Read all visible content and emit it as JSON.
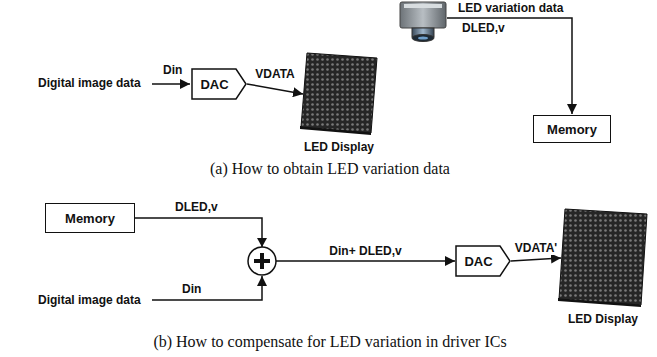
{
  "diagram": {
    "nodes": [
      {
        "text": [
          "DAC"
        ]
      },
      {
        "text": [
          "LED Display"
        ]
      },
      {
        "text": [
          "Memory"
        ]
      },
      {
        "text": [
          "Memory"
        ]
      },
      {
        "text": [
          "DAC"
        ]
      },
      {
        "text": [
          "LED Display"
        ]
      }
    ],
    "edges": [
      {
        "from": 0,
        "to": 1,
        "arrow": "to",
        "label": "VDATA"
      },
      {
        "from": 3,
        "to": 4,
        "arrow": "to",
        "label": "Din+ DLED,v"
      },
      {
        "from": 4,
        "to": 5,
        "arrow": "to",
        "label": "VDATA'"
      }
    ],
    "labels": [
      "Digital image data",
      "Din",
      "LED variation data",
      "DLED,v",
      "(a) How to obtain LED variation data",
      "DLED,v",
      "Digital image data",
      "Din",
      "(b) How to compensate for LED variation in driver ICs"
    ]
  }
}
